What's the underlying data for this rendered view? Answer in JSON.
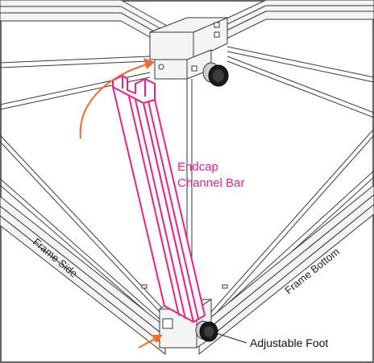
{
  "labels": {
    "part_name_line1": "Endcap",
    "part_name_line2": "Channel Bar",
    "frame_side": "Frame Side",
    "frame_bottom": "Frame Bottom",
    "adjustable_foot": "Adjustable Foot"
  },
  "colors": {
    "highlight": "#e8218c",
    "arrow": "#ef6c2b",
    "line": "#3a3a3a",
    "frame_fill": "#f4f4f4"
  }
}
